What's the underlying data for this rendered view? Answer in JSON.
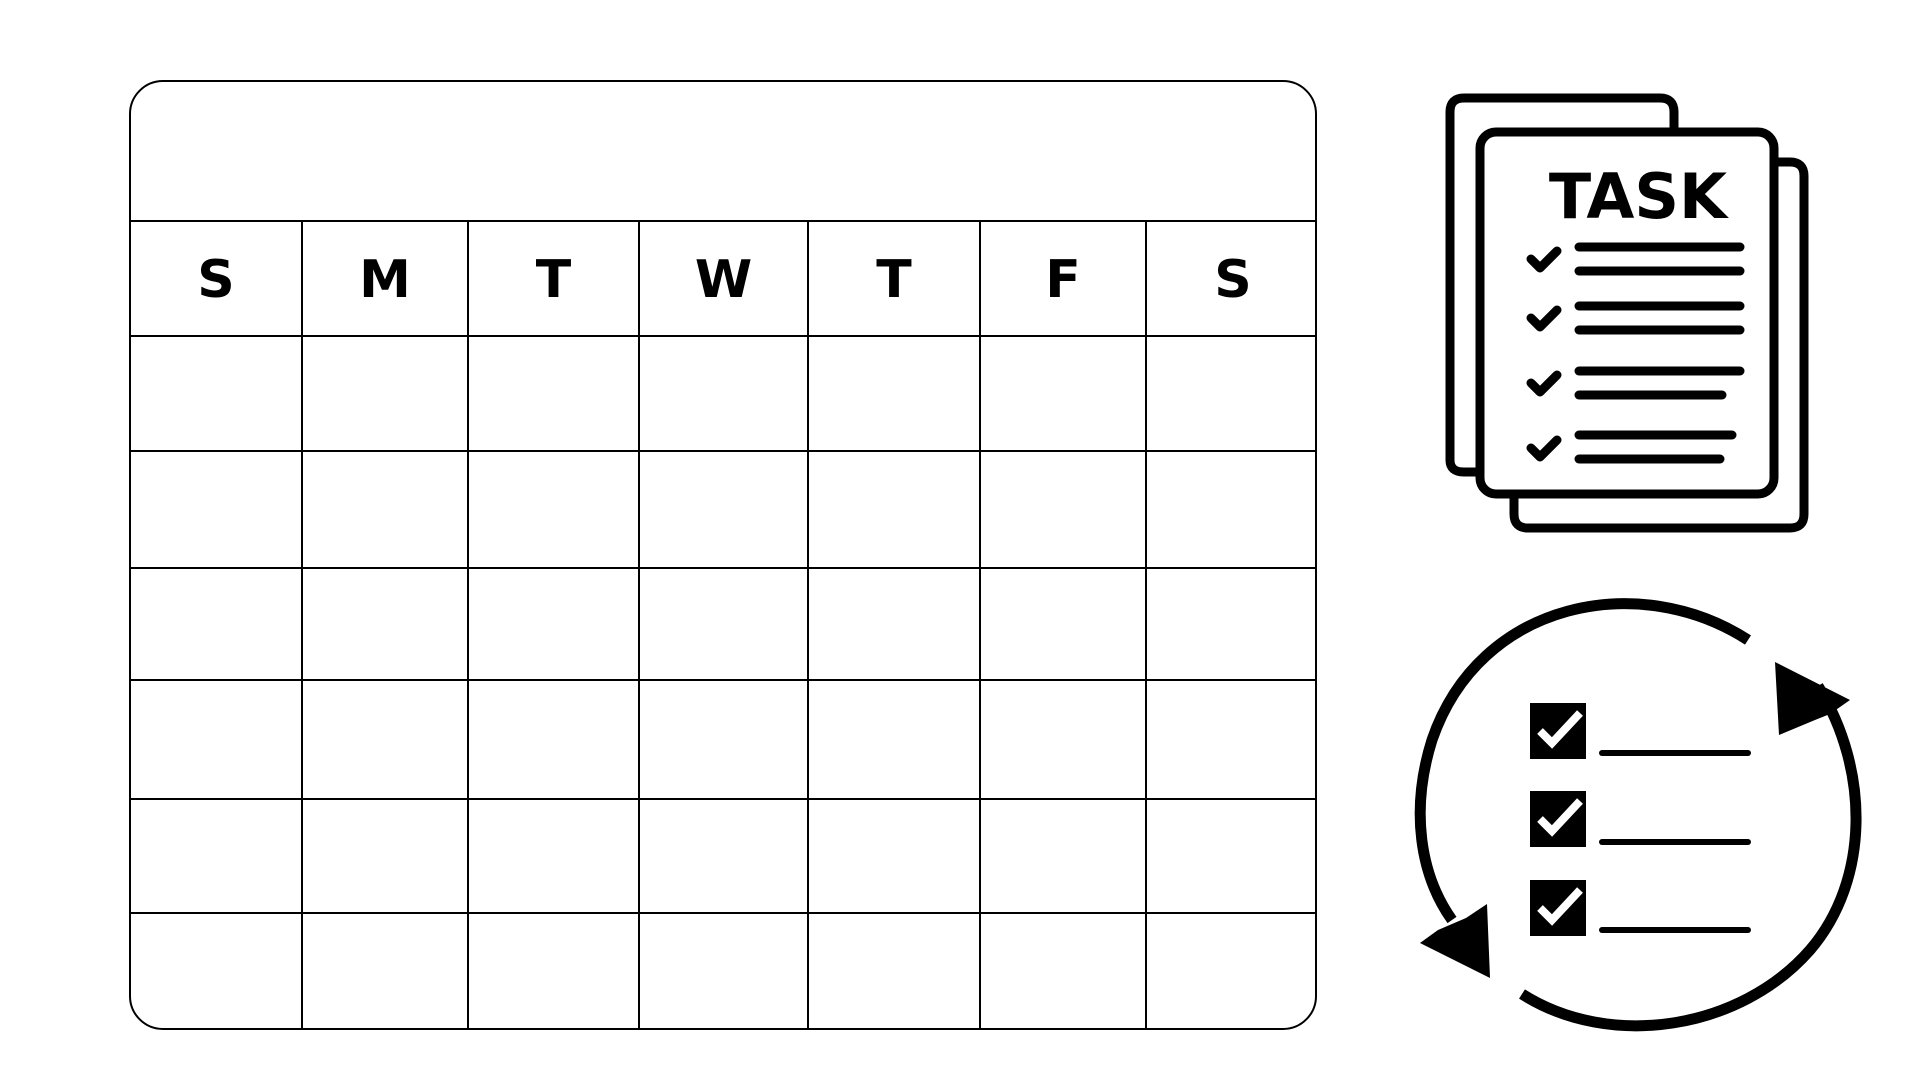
{
  "calendar": {
    "title": "",
    "days": [
      "S",
      "M",
      "T",
      "W",
      "T",
      "F",
      "S"
    ],
    "week_rows": 6
  },
  "task_icon": {
    "label": "TASK",
    "list_items": 4
  },
  "recurring_icon": {
    "checked_items": 3
  },
  "colors": {
    "ink": "#000000",
    "background": "#ffffff"
  }
}
